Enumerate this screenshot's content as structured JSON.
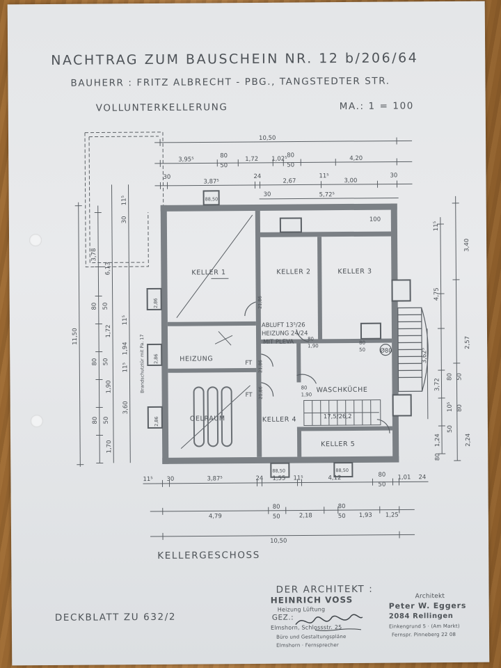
{
  "header": {
    "title": "NACHTRAG ZUM BAUSCHEIN NR. 12 b/206/64",
    "owner": "BAUHERR : FRITZ ALBRECHT - PBG., TANGSTEDTER STR.",
    "subtitle": "VOLLUNTERKELLERUNG",
    "scale": "MA.: 1 = 100"
  },
  "rooms": {
    "keller1": "KELLER 1",
    "keller2": "KELLER 2",
    "keller3": "KELLER 3",
    "keller4": "KELLER 4",
    "keller5": "KELLER 5",
    "heizung": "HEIZUNG",
    "oelraum": "OELRAUM",
    "waschkueche": "WASCHKÜCHE"
  },
  "annotations": {
    "abluft": "ABLUFT 13⁵/26",
    "heizung_note": "HEIZUNG 24/24",
    "mit_pleva": "MIT PLEVA",
    "ft1": "FT",
    "ft2": "FT",
    "brandschutz": "Brandschutztür mit Pa. 17",
    "diameter": "Ø80",
    "stair": "17,5/26,2"
  },
  "dimensions": {
    "top_total": "10,50",
    "top_row1": [
      "3,95⁵",
      "80",
      "1,72",
      "1,02⁵",
      "80",
      "4,20"
    ],
    "top_row1_sub": [
      "50",
      "50"
    ],
    "top_row2": [
      "30",
      "3,87⁵",
      "24",
      "2,67",
      "11⁵",
      "3,00",
      "30"
    ],
    "top_row3": [
      "30",
      "5,72⁵"
    ],
    "bottom_row1": [
      "11⁵",
      "30",
      "3,87⁵",
      "24",
      "1,55",
      "11⁵",
      "4,12",
      "80",
      "1,01",
      "24"
    ],
    "bottom_row1_sub": [
      "50"
    ],
    "bottom_row2": [
      "4,79",
      "80",
      "2,18",
      "80",
      "1,93",
      "1,25"
    ],
    "bottom_row2_sub": [
      "50",
      "50"
    ],
    "bottom_total": "10,50",
    "left_total": "11,50",
    "left_col": [
      "3,78",
      "6,13",
      "1,72",
      "1,94",
      "1,90",
      "3,60",
      "1,70"
    ],
    "left_small": [
      "11⁵",
      "30",
      "80",
      "50",
      "11⁵",
      "80",
      "50",
      "11⁵",
      "80",
      "50"
    ],
    "right_col": [
      "4,75",
      "3,40",
      "2,57",
      "3,72",
      "2,24",
      "1,24",
      "3,62⁵"
    ],
    "right_small": [
      "100",
      "11⁵",
      "80",
      "50",
      "10⁵",
      "80",
      "50",
      "80"
    ],
    "door_labels": [
      "21,86",
      "21,86",
      "21,86",
      "80",
      "1,90",
      "80",
      "1,90",
      "80",
      "50",
      "88,50",
      "88,50",
      "88,50"
    ],
    "window_labels": [
      "2,86",
      "2,86",
      "2,86"
    ]
  },
  "footer": {
    "floor_name": "KELLERGESCHOSS",
    "deckblatt": "DECKBLATT ZU 632/2",
    "architect_label": "DER ARCHITEKT :",
    "architect_name": "HEINRICH VOSS",
    "stamp1_line1": "Heizung Lüftung",
    "stamp1_sig": "GEZ.:",
    "stamp1_line2": "Elmshorn, Schlossstr. 25",
    "stamp1_line3": "Büro und Gestaltungspläne",
    "stamp1_line4": "Elmshorn · Fernsprecher",
    "stamp2_title": "Architekt",
    "stamp2_name": "Peter W. Eggers",
    "stamp2_line1": "2084 Rellingen",
    "stamp2_line2": "Einkengrund 5 · (Am Markt)",
    "stamp2_line3": "Fernspr. Pinneberg 22 08"
  },
  "colors": {
    "paper": "#e6e8ea",
    "ink": "#4e5358",
    "wall": "#7b8085",
    "wood": "#a8763a"
  }
}
